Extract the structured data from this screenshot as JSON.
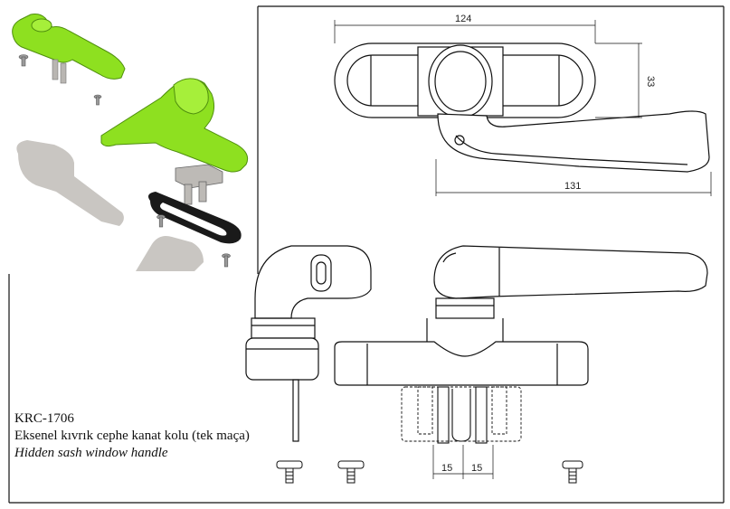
{
  "title": {
    "model_code": "KRC-1706",
    "name_tr": "Eksenel kıvrık cephe kanat kolu (tek maça)",
    "name_en": "Hidden sash window handle"
  },
  "dimensions": {
    "width_top": "124",
    "height_right": "33",
    "lever_length": "131",
    "spindle_gap_left": "15",
    "spindle_gap_right": "15"
  },
  "colors": {
    "handle_green": "#8ee020",
    "handle_green_dark": "#5fae10",
    "shadow_gray": "#c9c6c2",
    "gasket_black": "#1a1a1a",
    "line": "#111111"
  }
}
